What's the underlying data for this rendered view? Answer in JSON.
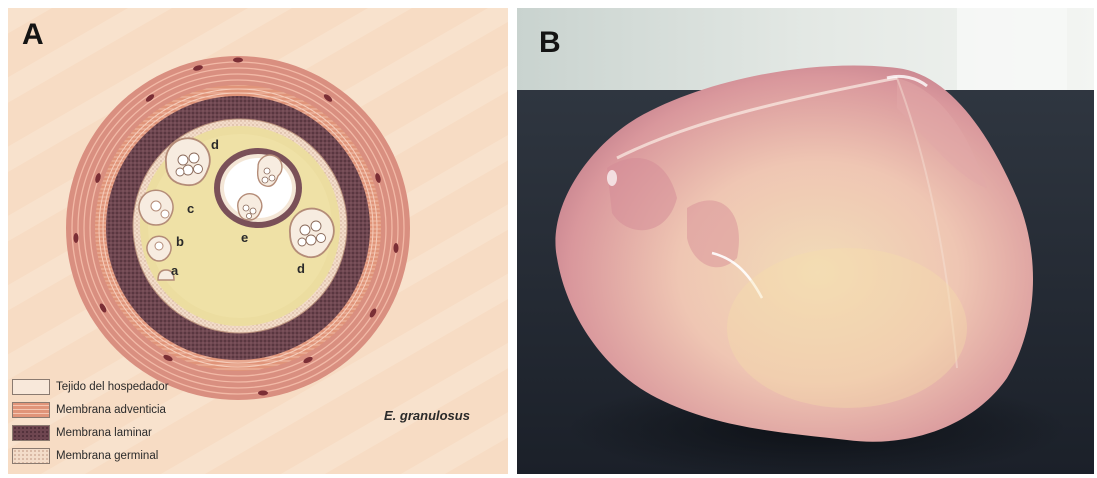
{
  "panel_a": {
    "letter": "A",
    "parts": {
      "a": "a",
      "b": "b",
      "c": "c",
      "d1": "d",
      "d2": "d",
      "e": "e"
    },
    "legend": [
      {
        "label": "Tejido del hospedador",
        "color": "#f8e8da",
        "pattern": "plain"
      },
      {
        "label": "Membrana adventicia",
        "color": "#e3957a",
        "pattern": "striped"
      },
      {
        "label": "Membrana laminar",
        "color": "#6e4650",
        "pattern": "dotted-dark"
      },
      {
        "label": "Membrana germinal",
        "color": "#efd3c2",
        "pattern": "dotted-light"
      }
    ],
    "species": "E. granulosus"
  },
  "panel_b": {
    "letter": "B"
  }
}
